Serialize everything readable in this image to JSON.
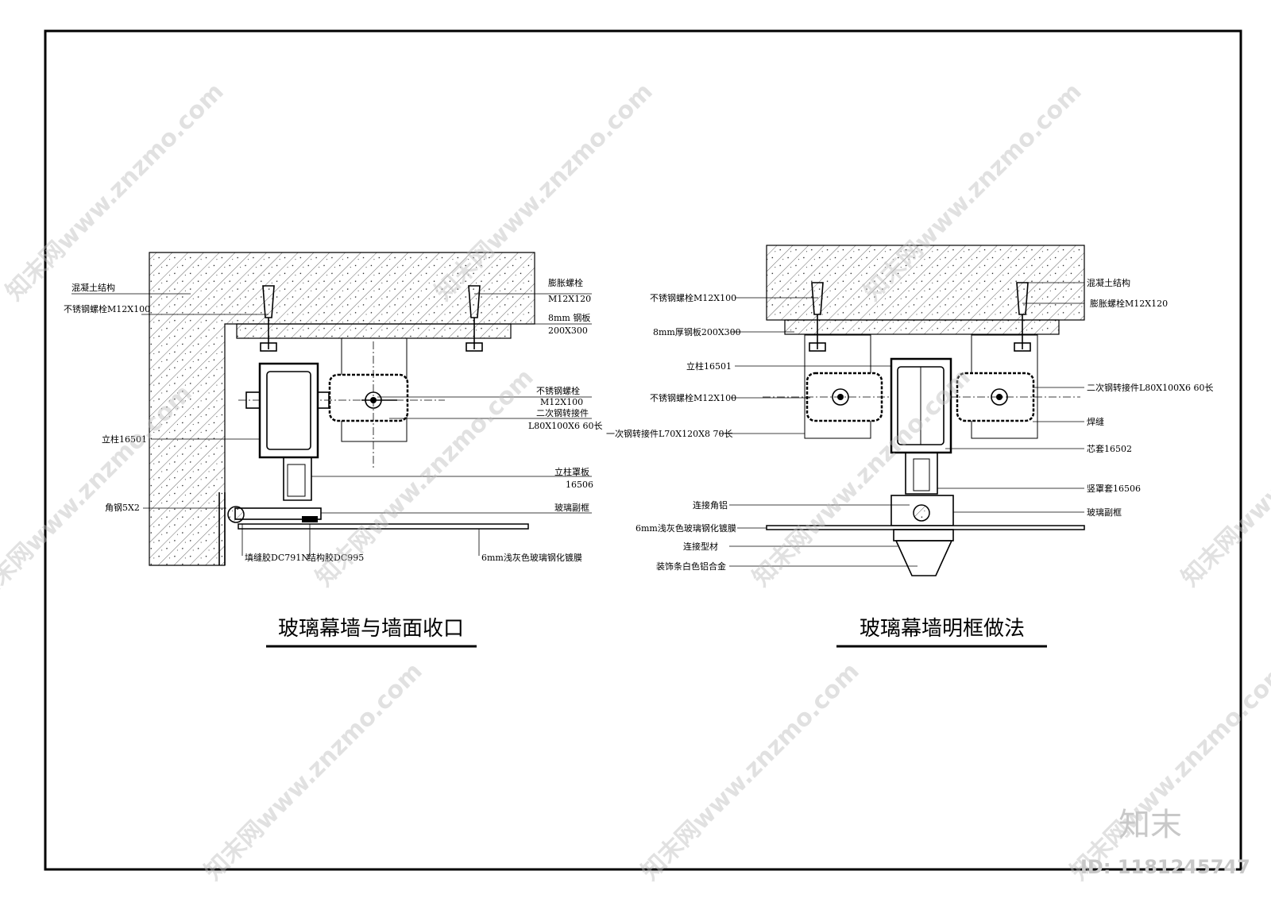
{
  "left_detail": {
    "title": "玻璃幕墙与墙面收口",
    "labels": {
      "concrete": "混凝土结构",
      "ss_bolt_top": "不锈钢螺栓M12X100",
      "anchor_bolt_1": "膨胀螺栓",
      "anchor_bolt_2": "M12X120",
      "steel_plate_1": "8mm 钢板",
      "steel_plate_2": "200X300",
      "ss_bolt_r1": "不锈钢螺栓",
      "ss_bolt_r2": "M12X100",
      "connector_1": "二次钢转接件",
      "connector_2": "L80X100X6   60长",
      "mullion": "立柱16501",
      "cover_1": "立柱罩板",
      "cover_2": "16506",
      "angle_steel": "角钢5X2",
      "glass_frame": "玻璃副框",
      "filler": "填缝胶DC791N",
      "structural": "结构胶DC995",
      "glass": "6mm浅灰色玻璃钢化镀膜"
    }
  },
  "right_detail": {
    "title": "玻璃幕墙明框做法",
    "labels": {
      "concrete": "混凝土结构",
      "ss_bolt_top": "不锈钢螺栓M12X100",
      "anchor_bolt": "膨胀螺栓M12X120",
      "steel_plate": "8mm厚钢板200X300",
      "mullion": "立柱16501",
      "connector2": "二次钢转接件L80X100X6   60长",
      "ss_bolt": "不锈钢螺栓M12X100",
      "weld": "焊缝",
      "connector1": "一次钢转接件L70X120X8   70长",
      "core": "芯套16502",
      "vertical_cover": "竖罩套16506",
      "angle_al": "连接角铝",
      "glass_frame": "玻璃副框",
      "glass": "6mm浅灰色玻璃钢化镀膜",
      "profile": "连接型材",
      "trim": "装饰条白色铝合金"
    }
  },
  "watermark": {
    "text": "知末网www.znzmo.com",
    "logo": "知末",
    "id": "ID: 1181245747"
  },
  "colors": {
    "line": "#000000",
    "watermark": "#c8c8c8",
    "background": "#ffffff"
  }
}
